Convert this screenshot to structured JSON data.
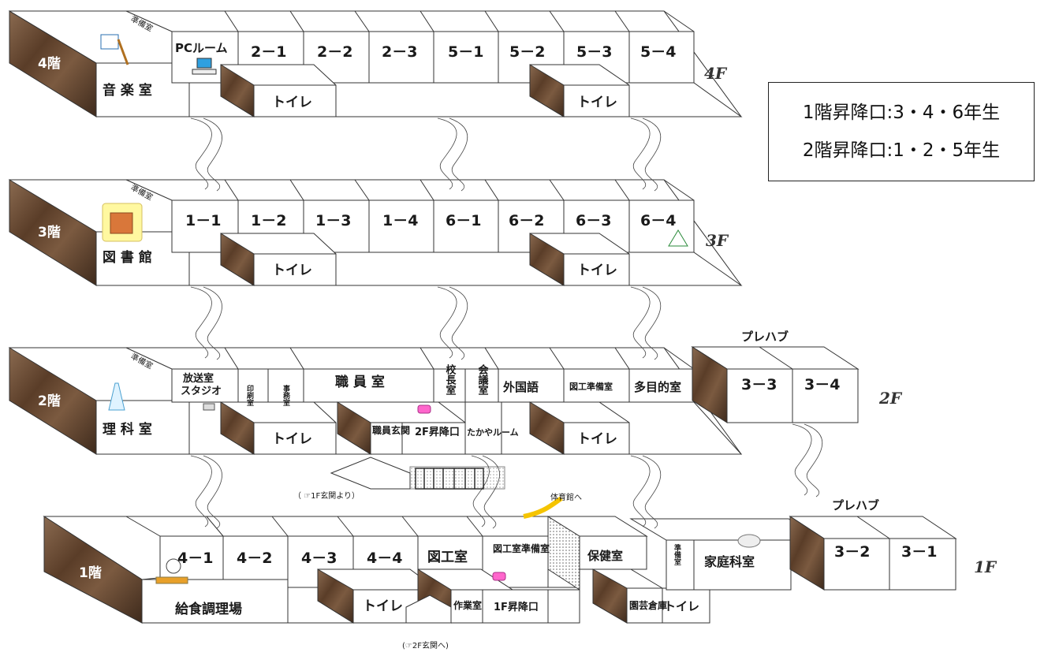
{
  "legend": {
    "line1": "1階昇降口:3・4・6年生",
    "line2": "2階昇降口:1・2・5年生"
  },
  "floors": {
    "f4": {
      "label_jp": "4階",
      "label_en": "4F",
      "storage": "準備室",
      "pc": "PCルーム",
      "music": "音 楽 室",
      "toilet": "トイレ",
      "rooms": [
        "2－1",
        "2－2",
        "2－3",
        "5－1",
        "5－2",
        "5－3",
        "5－4"
      ]
    },
    "f3": {
      "label_jp": "3階",
      "label_en": "3F",
      "storage": "準備室",
      "library": "図 書 館",
      "toilet": "トイレ",
      "rooms": [
        "1－1",
        "1－2",
        "1－3",
        "1－4",
        "6－1",
        "6－2",
        "6－3",
        "6－4"
      ]
    },
    "f2": {
      "label_jp": "2階",
      "label_en": "2F",
      "storage": "準備室",
      "science": "理 科 室",
      "broadcast1": "放送室",
      "broadcast2": "スタジオ",
      "print": "印刷室",
      "office": "事務室",
      "staff": "職 員 室",
      "principal": "校長室",
      "meeting": "会議室",
      "foreign": "外国語",
      "art_prep": "図工準備室",
      "multi": "多目的室",
      "staff_entry": "職員玄関",
      "entrance": "2F昇降口",
      "takaya": "たかやルーム",
      "toilet": "トイレ",
      "prefab": "プレハブ",
      "prefab_rooms": [
        "3－3",
        "3－4"
      ],
      "from1f": "（ ☞1F玄関より）"
    },
    "f1": {
      "label_jp": "1階",
      "label_en": "1F",
      "kitchen": "給食調理場",
      "rooms": [
        "4－1",
        "4－2",
        "4－3",
        "4－4"
      ],
      "art": "図工室",
      "art_prep": "図工室準備室",
      "work": "作業室",
      "entrance": "1F昇降口",
      "health": "保健室",
      "prep": "準備室",
      "home_ec": "家庭科室",
      "garden": "園芸倉庫",
      "toilet": "トイレ",
      "gym": "体育館へ",
      "prefab": "プレハブ",
      "prefab_rooms": [
        "3－2",
        "3－1"
      ],
      "to2f": "(☞2F玄関へ)"
    }
  },
  "colors": {
    "stone": "#6b4a32",
    "stone_dark": "#3e2a1c",
    "line": "#333333"
  }
}
